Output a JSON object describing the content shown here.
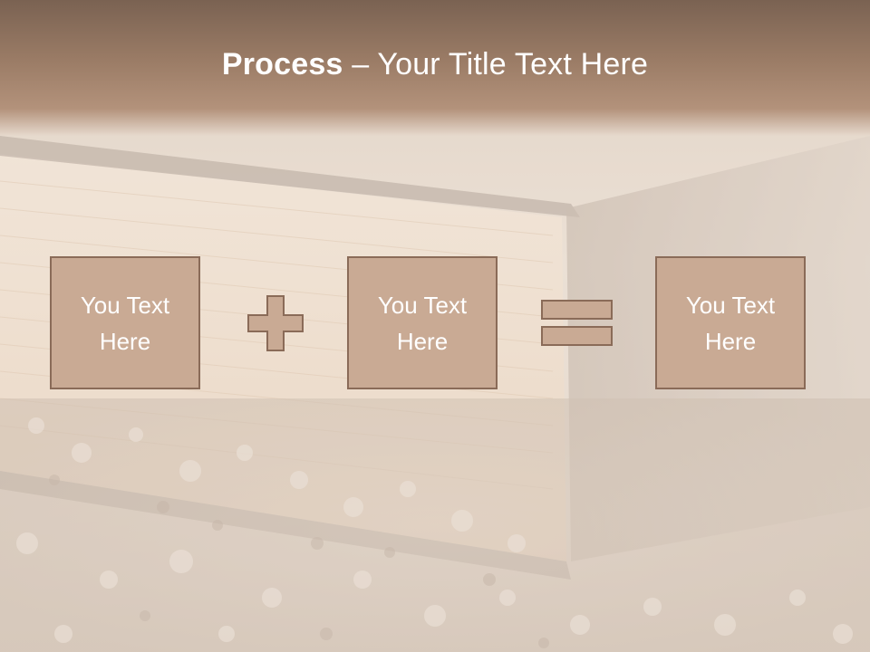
{
  "title": {
    "bold": "Process",
    "rest": " – Your Title Text Here"
  },
  "boxes": [
    {
      "text": "You Text Here"
    },
    {
      "text": "You Text Here"
    },
    {
      "text": "You Text Here"
    }
  ],
  "operators": [
    "plus-icon",
    "equals-icon"
  ],
  "colors": {
    "box_fill": "#c9aa94",
    "box_border": "#8a6b58",
    "title_band": "#8b6e5b",
    "text": "#ffffff"
  }
}
